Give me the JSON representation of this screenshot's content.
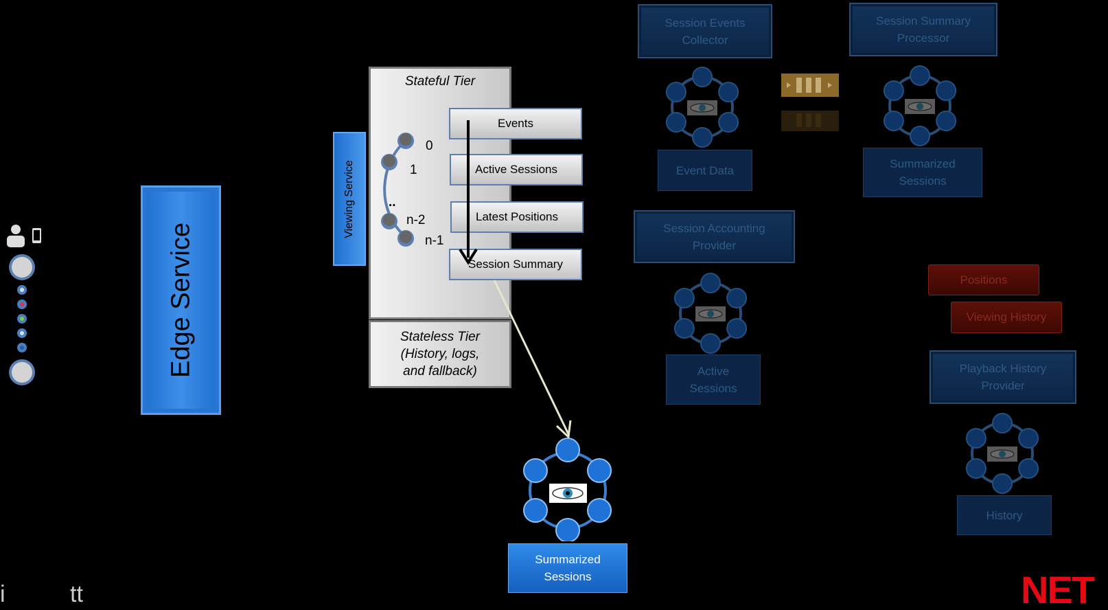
{
  "left": {
    "edge_service": "Edge Service"
  },
  "stateful": {
    "viewing_service": "Viewing Service",
    "title": "Stateful Tier",
    "nodes": [
      "0",
      "1",
      "..",
      "n-2",
      "n-1"
    ],
    "tables": [
      "Events",
      "Active Sessions",
      "Latest Positions",
      "Session Summary"
    ]
  },
  "stateless": {
    "lines": [
      "Stateless Tier",
      "(History, logs,",
      "and fallback)"
    ]
  },
  "summarized_bottom": {
    "line1": "Summarized",
    "line2": "Sessions"
  },
  "right": {
    "collector": {
      "line1": "Session Events",
      "line2": "Collector"
    },
    "event_data": "Event Data",
    "processor": {
      "line1": "Session Summary",
      "line2": "Processor"
    },
    "summarized": {
      "line1": "Summarized",
      "line2": "Sessions"
    },
    "accounting": {
      "line1": "Session Accounting",
      "line2": "Provider"
    },
    "active": {
      "line1": "Active",
      "line2": "Sessions"
    },
    "positions": "Positions",
    "viewing_history": "Viewing History",
    "playback": {
      "line1": "Playback History",
      "line2": "Provider"
    },
    "history": "History"
  },
  "footer": {
    "left_text": "i          tt",
    "brand": "NET"
  },
  "colors": {
    "accent_blue": "#2f7fd8",
    "dark_blue": "#0c2546",
    "dark_red": "#5c1008",
    "brand_red": "#e50914"
  },
  "icons": [
    "user-icon",
    "phone-icon",
    "cassandra-eye-icon",
    "queue-icon"
  ]
}
